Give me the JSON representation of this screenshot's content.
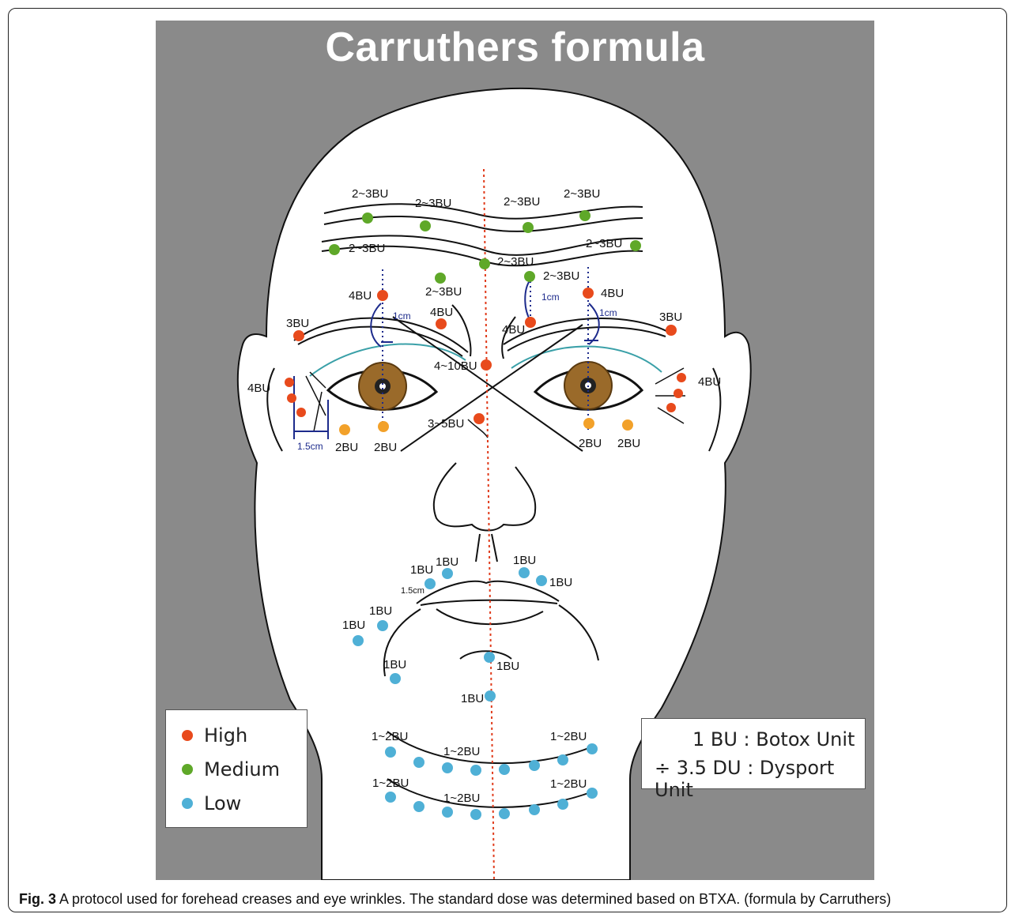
{
  "title": "Carruthers formula",
  "colors": {
    "high": "#e84a1c",
    "medium": "#5fa829",
    "low": "#4fb0d6",
    "dose2": "#f2a12a",
    "panel": "#8a8a8a"
  },
  "labels": {
    "fh_top_1": "2~3BU",
    "fh_top_2": "2~3BU",
    "fh_top_3": "2~3BU",
    "fh_top_4": "2~3BU",
    "fh_mid_left": "2~3BU",
    "fh_mid_right": "2~3BU",
    "fh_center": "2~3BU",
    "brow_left_inner": "2~3BU",
    "brow_right_inner": "2~3BU",
    "brow_left_4bu": "4BU",
    "brow_right_4bu": "4BU",
    "glab_left_4bu": "4BU",
    "glab_right_4bu": "4BU",
    "left_3bu": "3BU",
    "right_3bu": "3BU",
    "nasion": "4~10BU",
    "nose": "3~5BU",
    "crow_left": "4BU",
    "crow_right": "4BU",
    "under_l1": "2BU",
    "under_l2": "2BU",
    "under_r1": "2BU",
    "under_r2": "2BU",
    "cm_left": "1cm",
    "cm_right": "1cm",
    "cm_right_inner": "1cm",
    "cm_crow": "1.5cm",
    "cm_lip": "1.5cm",
    "lip_l1": "1BU",
    "lip_l2": "1BU",
    "lip_r1": "1BU",
    "lip_r2": "1BU",
    "mar_l1": "1BU",
    "mar_l2": "1BU",
    "chin_side": "1BU",
    "chin_top": "1BU",
    "chin_bottom": "1BU",
    "neck1_l": "1~2BU",
    "neck1_m": "1~2BU",
    "neck1_r": "1~2BU",
    "neck2_l": "1~2BU",
    "neck2_m": "1~2BU",
    "neck2_r": "1~2BU"
  },
  "legend": {
    "high": "High",
    "medium": "Medium",
    "low": "Low"
  },
  "units": {
    "line1": "1 BU : Botox Unit",
    "line2": "÷ 3.5 DU : Dysport Unit"
  },
  "caption": {
    "fig": "Fig. 3",
    "text": " A protocol used for forehead creases and eye wrinkles. The standard dose was determined based on BTXA. (formula by Carruthers)"
  }
}
